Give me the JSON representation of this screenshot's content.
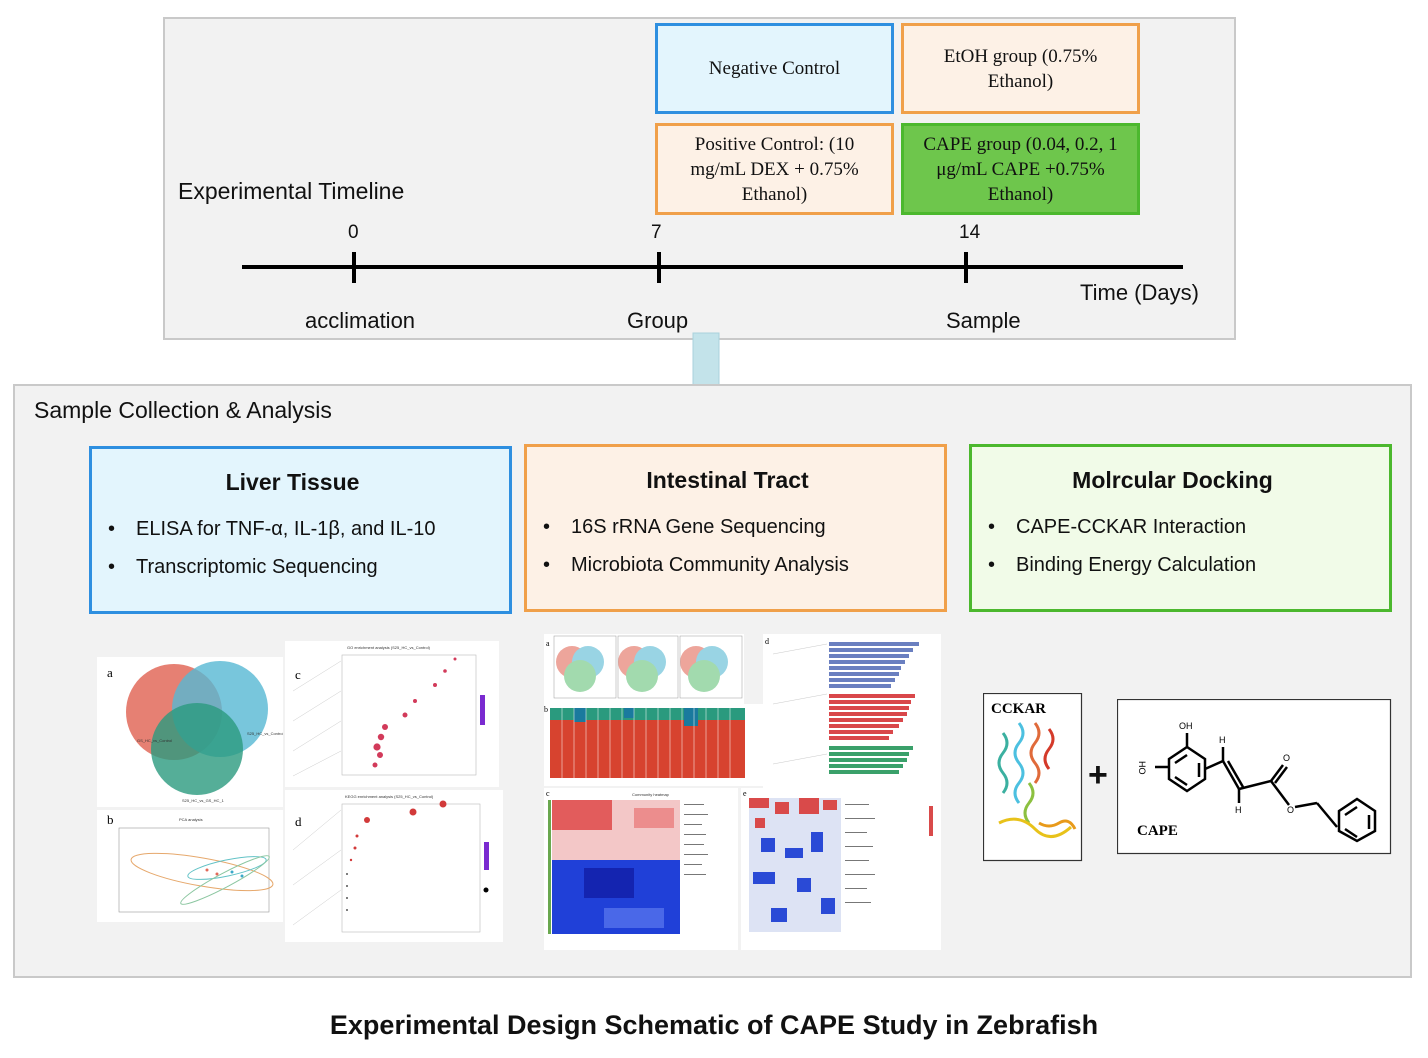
{
  "timeline": {
    "heading": "Experimental Timeline",
    "groups": {
      "negative": "Negative Control",
      "etoh": "EtOH group (0.75% Ethanol)",
      "positive": "Positive Control: (10 mg/mL DEX + 0.75% Ethanol)",
      "cape": "CAPE  group (0.04, 0.2, 1 μg/mL CAPE +0.75% Ethanol)"
    },
    "ticks": [
      "0",
      "7",
      "14"
    ],
    "stages": [
      "acclimation",
      "Group",
      "Sample"
    ],
    "axis_label": "Time (Days)"
  },
  "analysis": {
    "heading": "Sample Collection & Analysis",
    "categories": [
      {
        "title": "Liver Tissue",
        "items": [
          "ELISA for TNF-α, IL-1β, and IL-10",
          "Transcriptomic Sequencing"
        ]
      },
      {
        "title": "Intestinal Tract",
        "items": [
          "16S rRNA Gene Sequencing",
          "Microbiota Community Analysis"
        ]
      },
      {
        "title": "Molrcular Docking",
        "items": [
          "CAPE-CCKAR Interaction",
          "Binding Energy Calculation"
        ]
      }
    ],
    "panel_letters": [
      "a",
      "b",
      "c",
      "d",
      "a",
      "b",
      "c",
      "d",
      "e"
    ],
    "thumb_titles": {
      "go": "GO enrichment analysis (S25_HC_vs_Control)",
      "kegg": "KEGG enrichment analysis (S25_HC_vs_Control)",
      "pca": "PCA analysis",
      "heatmap": "Community heatmap"
    },
    "docking": {
      "protein": "CCKAR",
      "plus": "+",
      "ligand": "CAPE",
      "oh": "OH",
      "ho": "HO",
      "h": "H",
      "o": "O"
    }
  },
  "colors": {
    "blue_border": "#2e8fe0",
    "blue_fill": "#e3f5fd",
    "orange_border": "#f0a04a",
    "orange_fill": "#fdf1e6",
    "green_border": "#4cb82e",
    "green_fill": "#6ec64c",
    "green_light": "#f1fbe8",
    "arrow": "#c3e3ea"
  },
  "footer": {
    "title": "Experimental Design Schematic of CAPE Study in Zebrafish"
  }
}
